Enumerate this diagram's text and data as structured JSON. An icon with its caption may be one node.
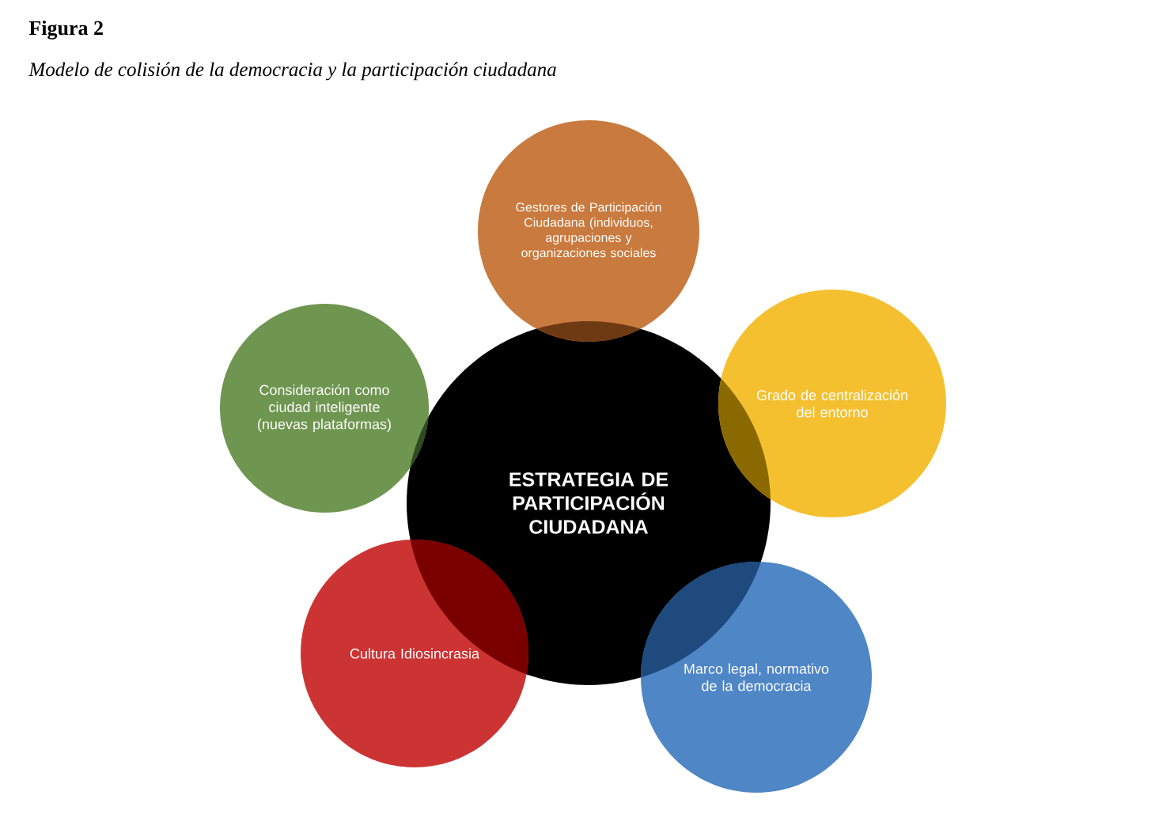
{
  "diagram": {
    "title": "Figura 2",
    "caption": "Modelo de colisión de la democracia y la participación ciudadana",
    "nodes": [
      {
        "text": [
          "ESTRATEGIA DE PARTICIPACIÓN CIUDADANA"
        ]
      },
      {
        "text": [
          "Gestores de Participación Ciudadana (individuos, agrupaciones y organizaciones sociales"
        ]
      },
      {
        "text": [
          "Consideración como ciudad inteligente (nuevas plataformas)"
        ]
      },
      {
        "text": [
          "Grado de centralización del entorno"
        ]
      },
      {
        "text": [
          "Cultura Idiosincrasia"
        ]
      },
      {
        "text": [
          "Marco legal, normativo de la democracia"
        ]
      }
    ]
  }
}
